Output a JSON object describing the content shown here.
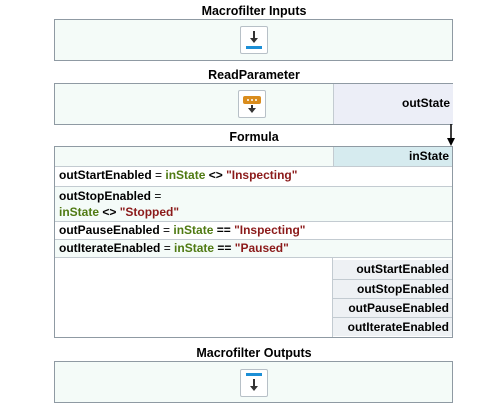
{
  "sections": {
    "inputs_title": "Macrofilter Inputs",
    "read_title": "ReadParameter",
    "formula_title": "Formula",
    "outputs_title": "Macrofilter Outputs"
  },
  "read_parameter": {
    "output_port": "outState"
  },
  "formula": {
    "input_port": "inState",
    "lines": [
      {
        "target": "outStartEnabled",
        "eq": " = ",
        "var": "inState",
        "op": " <> ",
        "str": "\"Inspecting\""
      },
      {
        "target": "outStopEnabled",
        "eq": " = ",
        "var": "inState",
        "op": " <> ",
        "str": "\"Stopped\""
      },
      {
        "target": "outPauseEnabled",
        "eq": " = ",
        "var": "inState",
        "op": " == ",
        "str": "\"Inspecting\""
      },
      {
        "target": "outIterateEnabled",
        "eq": " = ",
        "var": "inState",
        "op": " == ",
        "str": "\"Paused\""
      }
    ],
    "outputs": [
      "outStartEnabled",
      "outStopEnabled",
      "outPauseEnabled",
      "outIterateEnabled"
    ]
  },
  "icons": {
    "inputs": "download-arrow-icon",
    "read": "read-parameter-icon",
    "outputs": "upload-arrow-icon"
  },
  "colors": {
    "variable": "#4f7a12",
    "string": "#8b1a1a",
    "accent": "#1c8fd6",
    "read_icon": "#d98c1c"
  }
}
